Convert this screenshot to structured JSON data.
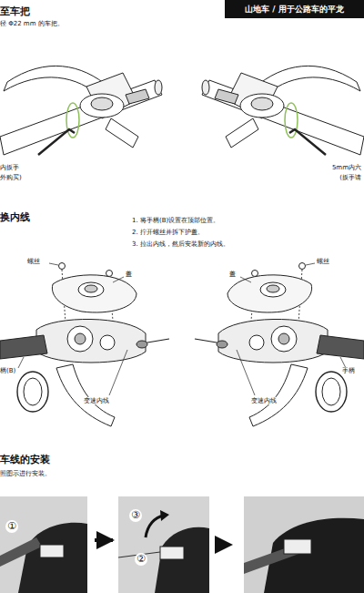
{
  "diagram": {
    "nodes": [
      {
        "text": [
          "山地车 / 用于公路车的平龙"
        ]
      },
      {
        "text": [
          "①"
        ]
      },
      {
        "text": [
          "③",
          "②"
        ]
      }
    ],
    "edges": [
      {
        "from": 1,
        "to": 2,
        "arrow": "to"
      }
    ],
    "labels": [
      "至车把",
      "径 Φ22 mm 的车把。",
      "内扳手",
      "外购买)",
      "5mm内六",
      "(扳手请",
      "换内线",
      "1. 将手柄(B)设置在顶部位置。",
      "2. 拧开螺丝并拆下护盖。",
      "3. 拉出内线，然后安装新的内线。",
      "螺丝",
      "盖",
      "柄(B)",
      "变速内线",
      "盖",
      "螺丝",
      "手柄",
      "变速内线",
      "车线的安装",
      "照图示进行安装。"
    ]
  }
}
